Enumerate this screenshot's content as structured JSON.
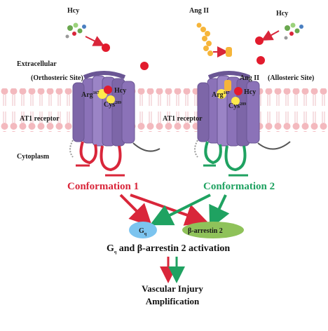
{
  "labels": {
    "hcy_left": "Hcy",
    "ang_ii_top": "Ang II",
    "hcy_right": "Hcy",
    "extracellular": "Extracellular",
    "orthosteric_site": "(Orthosteric Site)",
    "allosteric_site": "(Allosteric Site)",
    "ang_ii_site": "Ang II",
    "arg": "Arg",
    "arg_sup": "167",
    "cys": "Cys",
    "cys_sup": "289",
    "hcy_bound_left": "Hcy",
    "hcy_bound_right": "Hcy",
    "at1_left": "AT1 receptor",
    "at1_right": "AT1 receptor",
    "cytoplasm": "Cytoplasm",
    "conformation_1": "Conformation 1",
    "conformation_2": "Conformation 2",
    "gq_main": "G",
    "gq_sub": "q",
    "beta_arrestin": "β-arrestin 2",
    "activation_pre": "G",
    "activation_sub": "q",
    "activation_post": " and β-arrestin 2 activation",
    "result_line1": "Vascular Injury",
    "result_line2": "Amplification"
  },
  "colors": {
    "conformation_1": "#d9263a",
    "conformation_2": "#1fa261",
    "receptor": "#8b72b8",
    "membrane": "#f3b9be",
    "ligand_red": "#e21b2d",
    "ang_ii": "#f6b53a",
    "gq": "#7cc4ef",
    "beta_arrestin": "#8fc25a"
  }
}
